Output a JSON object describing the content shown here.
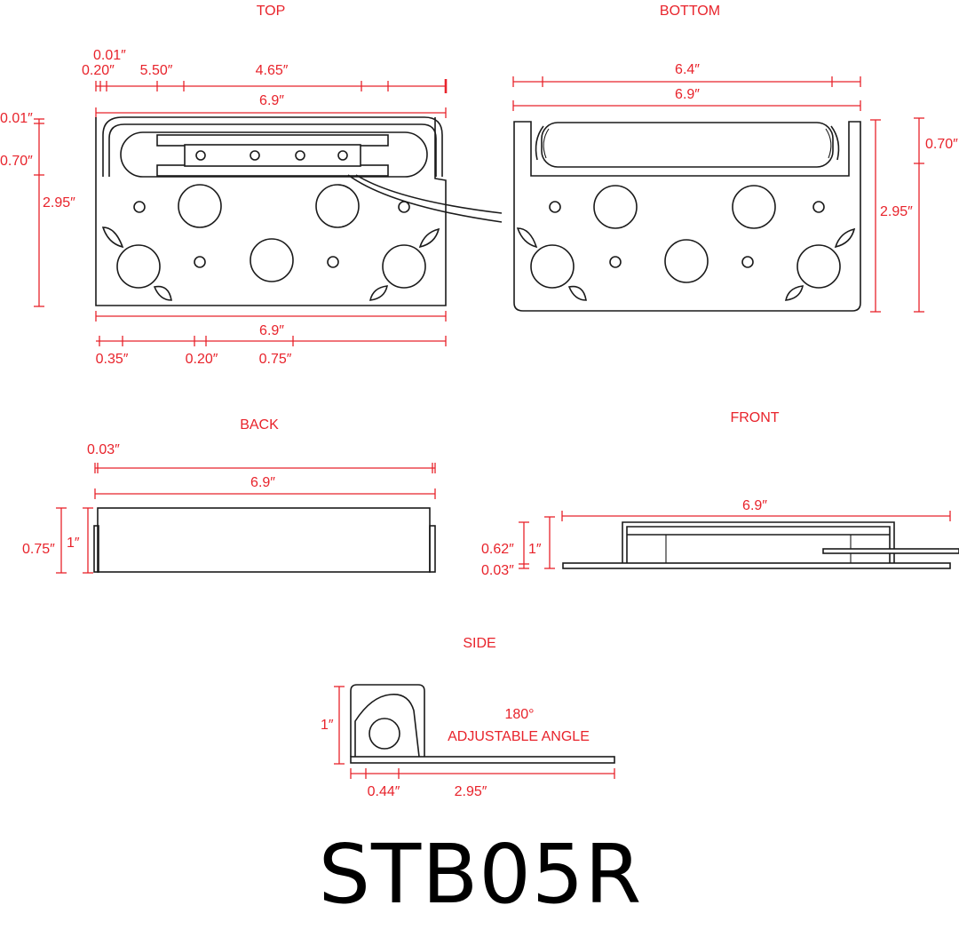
{
  "views": {
    "top": {
      "title": "TOP",
      "dims": {
        "d001": "0.01″",
        "d020": "0.20″",
        "d550": "5.50″",
        "d465": "4.65″",
        "d69_upper": "6.9″",
        "d001_left": "0.01″",
        "d070": "0.70″",
        "d295": "2.95″",
        "d69_lower": "6.9″",
        "d035": "0.35″",
        "d020_bottom": "0.20″",
        "d075": "0.75″"
      }
    },
    "bottom": {
      "title": "BOTTOM",
      "dims": {
        "d64": "6.4″",
        "d69": "6.9″",
        "d295": "2.95″",
        "d070": "0.70″"
      }
    },
    "back": {
      "title": "BACK",
      "dims": {
        "d003": "0.03″",
        "d69": "6.9″",
        "d075": "0.75″",
        "d1": "1″"
      }
    },
    "front": {
      "title": "FRONT",
      "dims": {
        "d69": "6.9″",
        "d062": "0.62″",
        "d1": "1″",
        "d003": "0.03″"
      }
    },
    "side": {
      "title": "SIDE",
      "dims": {
        "d1": "1″",
        "d044": "0.44″",
        "d295": "2.95″"
      },
      "note_line1": "180°",
      "note_line2": "ADJUSTABLE ANGLE"
    }
  },
  "model_number": "STB05R",
  "colors": {
    "dimension": "#e8232b",
    "outline": "#1a1a1a",
    "model_text": "#000000"
  }
}
